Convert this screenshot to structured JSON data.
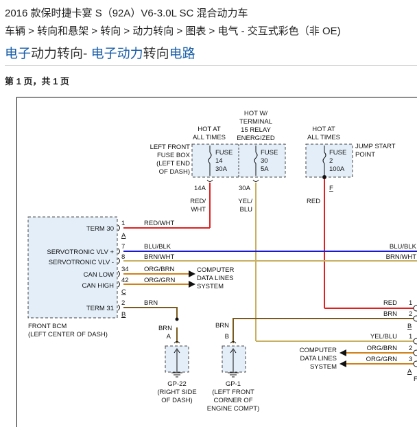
{
  "header": {
    "line1": "2016 款保时捷卡宴 S（92A）V6-3.0L SC 混合动力车",
    "breadcrumb": "车辆 > 转向和悬架 > 转向 > 动力转向 > 图表 > 电气 - 交互式彩色（非 OE)",
    "title_parts": [
      {
        "text": "电子",
        "hl": true
      },
      {
        "text": "动力转向- ",
        "hl": false
      },
      {
        "text": "电子动力",
        "hl": true
      },
      {
        "text": "转向",
        "hl": false
      },
      {
        "text": "电路",
        "hl": true
      }
    ],
    "page_info": "第 1 页，共 1 页"
  },
  "colors": {
    "red": "#e02020",
    "tan": "#c8b060",
    "blue": "#1a1ad0",
    "brown": "#7a5a1e",
    "orange": "#d08018",
    "box_fill": "#e3eef8",
    "title_blue": "#1a5fa8"
  },
  "diagram": {
    "fuse_box": {
      "label": [
        "LEFT FRONT",
        "FUSE BOX",
        "(LEFT END",
        "OF DASH)"
      ],
      "hot1": [
        "HOT AT",
        "ALL TIMES"
      ],
      "hot2": [
        "HOT W/",
        "TERMINAL",
        "15 RELAY",
        "ENERGIZED"
      ],
      "fuse1": [
        "FUSE",
        "14",
        "30A"
      ],
      "fuse2": [
        "FUSE",
        "30",
        "5A"
      ],
      "pin1": "14A",
      "pin2": "30A",
      "wire1": [
        "RED/",
        "WHT"
      ],
      "wire2": [
        "YEL/",
        "BLU"
      ]
    },
    "jump_start": {
      "hot": [
        "HOT AT",
        "ALL TIMES"
      ],
      "fuse": [
        "FUSE",
        "2",
        "100A"
      ],
      "label": [
        "JUMP START",
        "POINT"
      ],
      "pin": "F",
      "wire": "RED"
    },
    "bcm": {
      "label": [
        "FRONT BCM",
        "(LEFT CENTER OF DASH)"
      ],
      "rows": [
        {
          "name": "TERM 30",
          "pin": "1",
          "wire": "RED/WHT",
          "conn": "A"
        },
        {
          "name": "SERVOTRONIC VLV +",
          "pin": "7",
          "wire": "BLU/BLK"
        },
        {
          "name": "SERVOTRONIC VLV -",
          "pin": "8",
          "wire": "BRN/WHT"
        },
        {
          "name": "CAN LOW",
          "pin": "34",
          "wire": "ORG/BRN"
        },
        {
          "name": "CAN HIGH",
          "pin": "42",
          "wire": "ORG/GRN",
          "conn": "C"
        },
        {
          "name": "TERM 31",
          "pin": "2",
          "wire": "BRN",
          "conn": "B"
        }
      ],
      "can_label": [
        "COMPUTER",
        "DATA LINES",
        "SYSTEM"
      ]
    },
    "right_side": {
      "wire_top1": "BLU/BLK",
      "wire_top2": "BRN/WHT",
      "upper": [
        {
          "wire": "RED",
          "pin": "1"
        },
        {
          "wire": "BRN",
          "pin": "2"
        }
      ],
      "upper_conn": "B",
      "lower": [
        {
          "wire": "YEL/BLU",
          "pin": "1"
        },
        {
          "wire": "ORG/BRN",
          "pin": "2"
        },
        {
          "wire": "ORG/GRN",
          "pin": "3"
        }
      ],
      "lower_conn": "A",
      "lower_more": "F",
      "can_label": [
        "COMPUTER",
        "DATA LINES",
        "SYSTEM"
      ]
    },
    "grounds": [
      {
        "wire": "BRN",
        "conn": "A",
        "name": [
          "GP-22",
          "(RIGHT SIDE",
          "OF DASH)"
        ]
      },
      {
        "wire": "BRN",
        "conn": "B",
        "name": [
          "GP-1",
          "(LEFT FRONT",
          "CORNER OF",
          "ENGINE COMPT)"
        ]
      }
    ]
  }
}
